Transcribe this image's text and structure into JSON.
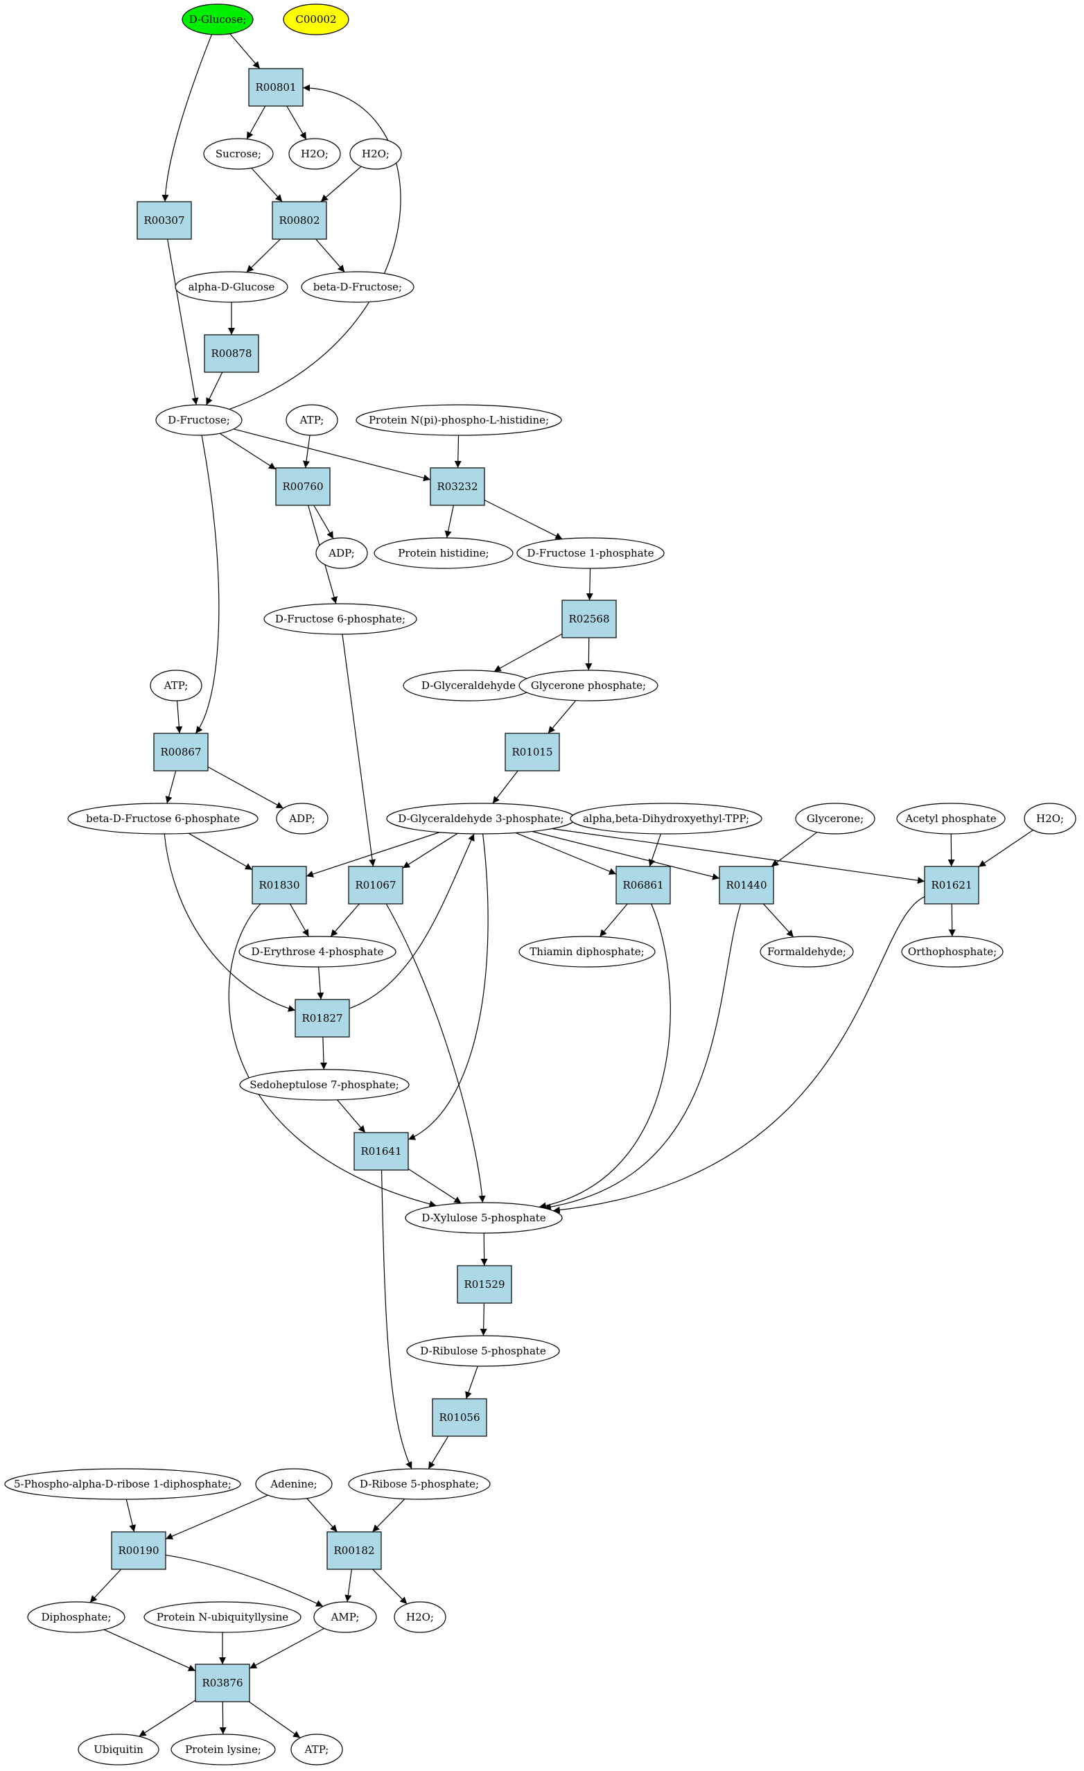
{
  "graph": {
    "nodes": [
      {
        "id": "glucose",
        "kind": "compound",
        "label": "D-Glucose;",
        "fill": "#00ee00"
      },
      {
        "id": "c00002",
        "kind": "compound",
        "label": "C00002",
        "fill": "#ffff00"
      },
      {
        "id": "r00801",
        "kind": "reaction",
        "label": "R00801"
      },
      {
        "id": "sucrose",
        "kind": "compound",
        "label": "Sucrose;"
      },
      {
        "id": "h2o_a",
        "kind": "compound",
        "label": "H2O;"
      },
      {
        "id": "h2o_b",
        "kind": "compound",
        "label": "H2O;"
      },
      {
        "id": "r00307",
        "kind": "reaction",
        "label": "R00307"
      },
      {
        "id": "r00802",
        "kind": "reaction",
        "label": "R00802"
      },
      {
        "id": "alpha_glucose",
        "kind": "compound",
        "label": "alpha-D-Glucose"
      },
      {
        "id": "beta_fructose",
        "kind": "compound",
        "label": "beta-D-Fructose;"
      },
      {
        "id": "r00878",
        "kind": "reaction",
        "label": "R00878"
      },
      {
        "id": "fructose",
        "kind": "compound",
        "label": "D-Fructose;"
      },
      {
        "id": "atp_a",
        "kind": "compound",
        "label": "ATP;"
      },
      {
        "id": "protein_phospho_his",
        "kind": "compound",
        "label": "Protein N(pi)-phospho-L-histidine;"
      },
      {
        "id": "r00760",
        "kind": "reaction",
        "label": "R00760"
      },
      {
        "id": "r03232",
        "kind": "reaction",
        "label": "R03232"
      },
      {
        "id": "adp_a",
        "kind": "compound",
        "label": "ADP;"
      },
      {
        "id": "protein_his",
        "kind": "compound",
        "label": "Protein histidine;"
      },
      {
        "id": "fructose_1p",
        "kind": "compound",
        "label": "D-Fructose 1-phosphate"
      },
      {
        "id": "fructose_6p",
        "kind": "compound",
        "label": "D-Fructose 6-phosphate;"
      },
      {
        "id": "r02568",
        "kind": "reaction",
        "label": "R02568"
      },
      {
        "id": "glyceraldehyde",
        "kind": "compound",
        "label": "D-Glyceraldehyde"
      },
      {
        "id": "glycerone_p",
        "kind": "compound",
        "label": "Glycerone phosphate;"
      },
      {
        "id": "atp_b",
        "kind": "compound",
        "label": "ATP;"
      },
      {
        "id": "r00867",
        "kind": "reaction",
        "label": "R00867"
      },
      {
        "id": "r01015",
        "kind": "reaction",
        "label": "R01015"
      },
      {
        "id": "beta_f6p",
        "kind": "compound",
        "label": "beta-D-Fructose 6-phosphate"
      },
      {
        "id": "adp_b",
        "kind": "compound",
        "label": "ADP;"
      },
      {
        "id": "g3p",
        "kind": "compound",
        "label": "D-Glyceraldehyde 3-phosphate;"
      },
      {
        "id": "dihydroxyethyl_tpp",
        "kind": "compound",
        "label": "alpha,beta-Dihydroxyethyl-TPP;"
      },
      {
        "id": "glycerone",
        "kind": "compound",
        "label": "Glycerone;"
      },
      {
        "id": "acetyl_p",
        "kind": "compound",
        "label": "Acetyl phosphate"
      },
      {
        "id": "h2o_c",
        "kind": "compound",
        "label": "H2O;"
      },
      {
        "id": "r01830",
        "kind": "reaction",
        "label": "R01830"
      },
      {
        "id": "r01067",
        "kind": "reaction",
        "label": "R01067"
      },
      {
        "id": "r06861",
        "kind": "reaction",
        "label": "R06861"
      },
      {
        "id": "r01440",
        "kind": "reaction",
        "label": "R01440"
      },
      {
        "id": "r01621",
        "kind": "reaction",
        "label": "R01621"
      },
      {
        "id": "erythrose_4p",
        "kind": "compound",
        "label": "D-Erythrose 4-phosphate"
      },
      {
        "id": "thiamin_dp",
        "kind": "compound",
        "label": "Thiamin diphosphate;"
      },
      {
        "id": "formaldehyde",
        "kind": "compound",
        "label": "Formaldehyde;"
      },
      {
        "id": "orthophosphate",
        "kind": "compound",
        "label": "Orthophosphate;"
      },
      {
        "id": "r01827",
        "kind": "reaction",
        "label": "R01827"
      },
      {
        "id": "sedoheptulose_7p",
        "kind": "compound",
        "label": "Sedoheptulose 7-phosphate;"
      },
      {
        "id": "r01641",
        "kind": "reaction",
        "label": "R01641"
      },
      {
        "id": "xylulose_5p",
        "kind": "compound",
        "label": "D-Xylulose 5-phosphate"
      },
      {
        "id": "r01529",
        "kind": "reaction",
        "label": "R01529"
      },
      {
        "id": "ribulose_5p",
        "kind": "compound",
        "label": "D-Ribulose 5-phosphate"
      },
      {
        "id": "r01056",
        "kind": "reaction",
        "label": "R01056"
      },
      {
        "id": "prpp",
        "kind": "compound",
        "label": "5-Phospho-alpha-D-ribose 1-diphosphate;"
      },
      {
        "id": "adenine",
        "kind": "compound",
        "label": "Adenine;"
      },
      {
        "id": "ribose_5p",
        "kind": "compound",
        "label": "D-Ribose 5-phosphate;"
      },
      {
        "id": "r00190",
        "kind": "reaction",
        "label": "R00190"
      },
      {
        "id": "r00182",
        "kind": "reaction",
        "label": "R00182"
      },
      {
        "id": "diphosphate",
        "kind": "compound",
        "label": "Diphosphate;"
      },
      {
        "id": "protein_ubiq_lys",
        "kind": "compound",
        "label": "Protein N-ubiquityllysine"
      },
      {
        "id": "amp",
        "kind": "compound",
        "label": "AMP;"
      },
      {
        "id": "h2o_d",
        "kind": "compound",
        "label": "H2O;"
      },
      {
        "id": "r03876",
        "kind": "reaction",
        "label": "R03876"
      },
      {
        "id": "ubiquitin",
        "kind": "compound",
        "label": "Ubiquitin"
      },
      {
        "id": "protein_lys",
        "kind": "compound",
        "label": "Protein lysine;"
      },
      {
        "id": "atp_c",
        "kind": "compound",
        "label": "ATP;"
      }
    ],
    "edges": [
      {
        "from": "glucose",
        "to": "r00801"
      },
      {
        "from": "glucose",
        "to": "r00307"
      },
      {
        "from": "r00801",
        "to": "sucrose"
      },
      {
        "from": "r00801",
        "to": "h2o_a"
      },
      {
        "from": "sucrose",
        "to": "r00802"
      },
      {
        "from": "h2o_b",
        "to": "r00802"
      },
      {
        "from": "r00802",
        "to": "alpha_glucose"
      },
      {
        "from": "r00802",
        "to": "beta_fructose"
      },
      {
        "from": "alpha_glucose",
        "to": "r00878"
      },
      {
        "from": "r00878",
        "to": "fructose"
      },
      {
        "from": "r00307",
        "to": "fructose"
      },
      {
        "from": "fructose",
        "to": "r00801"
      },
      {
        "from": "fructose",
        "to": "r00760"
      },
      {
        "from": "atp_a",
        "to": "r00760"
      },
      {
        "from": "fructose",
        "to": "r03232"
      },
      {
        "from": "protein_phospho_his",
        "to": "r03232"
      },
      {
        "from": "fructose",
        "to": "r00867"
      },
      {
        "from": "r00760",
        "to": "adp_a"
      },
      {
        "from": "r00760",
        "to": "fructose_6p"
      },
      {
        "from": "r03232",
        "to": "protein_his"
      },
      {
        "from": "r03232",
        "to": "fructose_1p"
      },
      {
        "from": "fructose_1p",
        "to": "r02568"
      },
      {
        "from": "r02568",
        "to": "glyceraldehyde"
      },
      {
        "from": "r02568",
        "to": "glycerone_p"
      },
      {
        "from": "glycerone_p",
        "to": "r01015"
      },
      {
        "from": "r01015",
        "to": "g3p"
      },
      {
        "from": "atp_b",
        "to": "r00867"
      },
      {
        "from": "r00867",
        "to": "beta_f6p"
      },
      {
        "from": "r00867",
        "to": "adp_b"
      },
      {
        "from": "fructose_6p",
        "to": "r01067"
      },
      {
        "from": "beta_f6p",
        "to": "r01830"
      },
      {
        "from": "beta_f6p",
        "to": "r01827"
      },
      {
        "from": "g3p",
        "to": "r01830"
      },
      {
        "from": "g3p",
        "to": "r01067"
      },
      {
        "from": "g3p",
        "to": "r06861"
      },
      {
        "from": "g3p",
        "to": "r01440"
      },
      {
        "from": "g3p",
        "to": "r01621"
      },
      {
        "from": "g3p",
        "to": "r01641"
      },
      {
        "from": "dihydroxyethyl_tpp",
        "to": "r06861"
      },
      {
        "from": "glycerone",
        "to": "r01440"
      },
      {
        "from": "acetyl_p",
        "to": "r01621"
      },
      {
        "from": "h2o_c",
        "to": "r01621"
      },
      {
        "from": "r01830",
        "to": "erythrose_4p"
      },
      {
        "from": "r01067",
        "to": "erythrose_4p"
      },
      {
        "from": "r06861",
        "to": "thiamin_dp"
      },
      {
        "from": "r01440",
        "to": "formaldehyde"
      },
      {
        "from": "r01621",
        "to": "orthophosphate"
      },
      {
        "from": "erythrose_4p",
        "to": "r01827"
      },
      {
        "from": "r01827",
        "to": "g3p"
      },
      {
        "from": "r01827",
        "to": "sedoheptulose_7p"
      },
      {
        "from": "sedoheptulose_7p",
        "to": "r01641"
      },
      {
        "from": "r01830",
        "to": "xylulose_5p"
      },
      {
        "from": "r01067",
        "to": "xylulose_5p"
      },
      {
        "from": "r01641",
        "to": "xylulose_5p"
      },
      {
        "from": "r06861",
        "to": "xylulose_5p"
      },
      {
        "from": "r01440",
        "to": "xylulose_5p"
      },
      {
        "from": "r01621",
        "to": "xylulose_5p"
      },
      {
        "from": "r01641",
        "to": "ribose_5p"
      },
      {
        "from": "xylulose_5p",
        "to": "r01529"
      },
      {
        "from": "r01529",
        "to": "ribulose_5p"
      },
      {
        "from": "ribulose_5p",
        "to": "r01056"
      },
      {
        "from": "r01056",
        "to": "ribose_5p"
      },
      {
        "from": "prpp",
        "to": "r00190"
      },
      {
        "from": "adenine",
        "to": "r00190"
      },
      {
        "from": "adenine",
        "to": "r00182"
      },
      {
        "from": "ribose_5p",
        "to": "r00182"
      },
      {
        "from": "r00190",
        "to": "diphosphate"
      },
      {
        "from": "r00190",
        "to": "amp"
      },
      {
        "from": "r00182",
        "to": "amp"
      },
      {
        "from": "r00182",
        "to": "h2o_d"
      },
      {
        "from": "diphosphate",
        "to": "r03876"
      },
      {
        "from": "protein_ubiq_lys",
        "to": "r03876"
      },
      {
        "from": "amp",
        "to": "r03876"
      },
      {
        "from": "r03876",
        "to": "ubiquitin"
      },
      {
        "from": "r03876",
        "to": "protein_lys"
      },
      {
        "from": "r03876",
        "to": "atp_c"
      }
    ]
  }
}
